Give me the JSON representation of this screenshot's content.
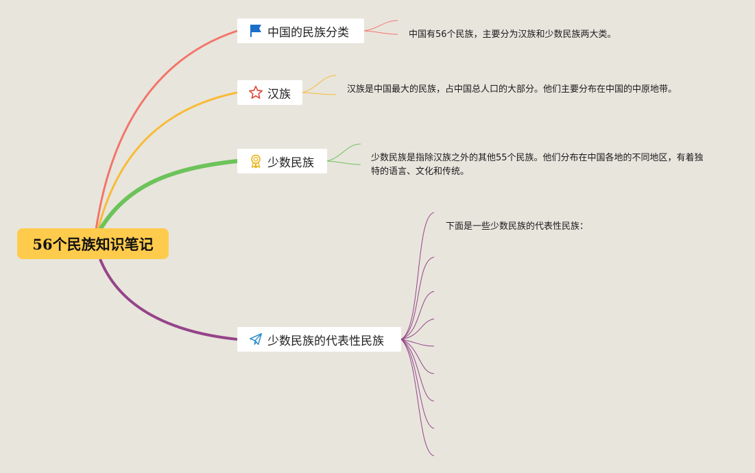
{
  "root": {
    "label": "56个民族知识笔记"
  },
  "topics": [
    {
      "label": "中国的民族分类",
      "icon": "flag-icon",
      "color": "#f2756a",
      "note": "中国有56个民族，主要分为汉族和少数民族两大类。"
    },
    {
      "label": "汉族",
      "icon": "star-icon",
      "color": "#f8bb37",
      "note": "汉族是中国最大的民族，占中国总人口的大部分。他们主要分布在中国的中原地带。"
    },
    {
      "label": "少数民族",
      "icon": "medal-icon",
      "color": "#6cc35a",
      "note": "少数民族是指除汉族之外的其他55个民族。他们分布在中国各地的不同地区，有着独特的语言、文化和传统。"
    },
    {
      "label": "少数民族的代表性民族",
      "icon": "paper-plane-icon",
      "color": "#944489",
      "note": "下面是一些少数民族的代表性民族："
    }
  ]
}
